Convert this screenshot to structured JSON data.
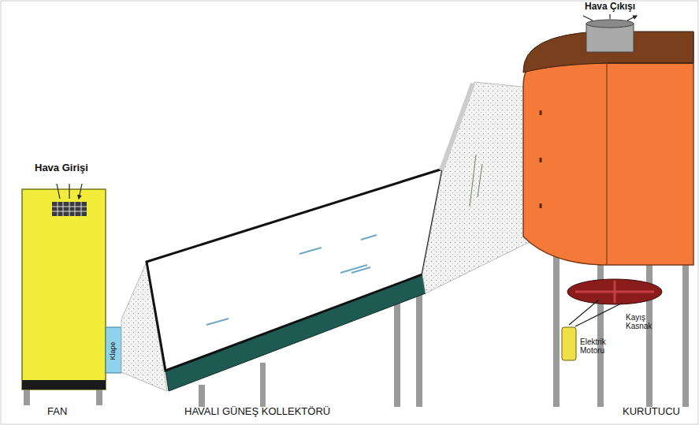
{
  "diagram": {
    "labels": [
      "Hava Girişi",
      "FAN",
      "Klape",
      "HAVALI GÜNEŞ KOLLEKTÖRÜ",
      "Hava Çıkışı",
      "Kayış Kasnak",
      "Elektrik Motoru",
      "KURUTUCU"
    ]
  }
}
